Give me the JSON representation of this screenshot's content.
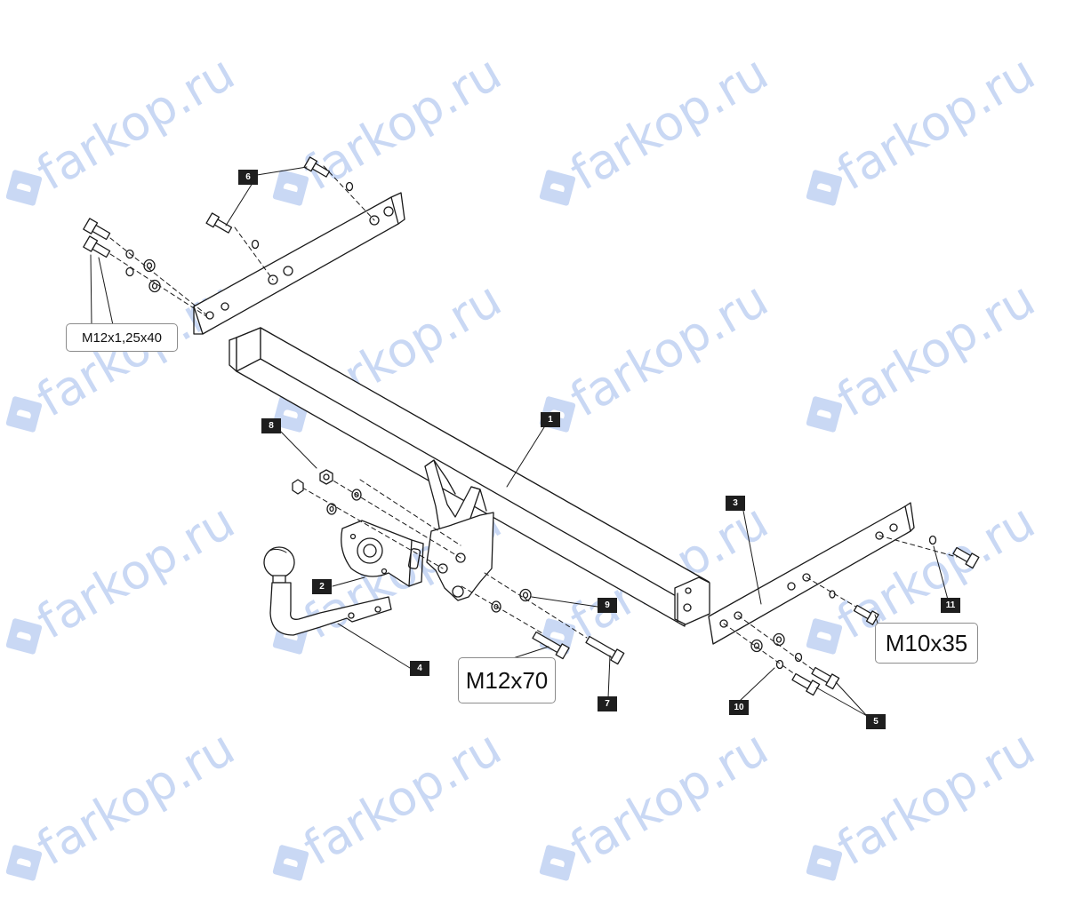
{
  "watermark": {
    "text": "farkop.ru",
    "icon": "car-diamond-logo-icon",
    "color": "#c4d4f3"
  },
  "callouts": {
    "p1": "1",
    "p2": "2",
    "p3": "3",
    "p4": "4",
    "p5": "5",
    "p6": "6",
    "p7": "7",
    "p8": "8",
    "p9": "9",
    "p10": "10",
    "p11": "11"
  },
  "sizes": {
    "s_m12x125x40": "M12x1,25x40",
    "s_m12x70": "M12x70",
    "s_m10x35": "M10x35"
  },
  "colors": {
    "line": "#1a1a1a",
    "tag_bg": "#1e1e1e",
    "tag_text": "#ffffff"
  }
}
